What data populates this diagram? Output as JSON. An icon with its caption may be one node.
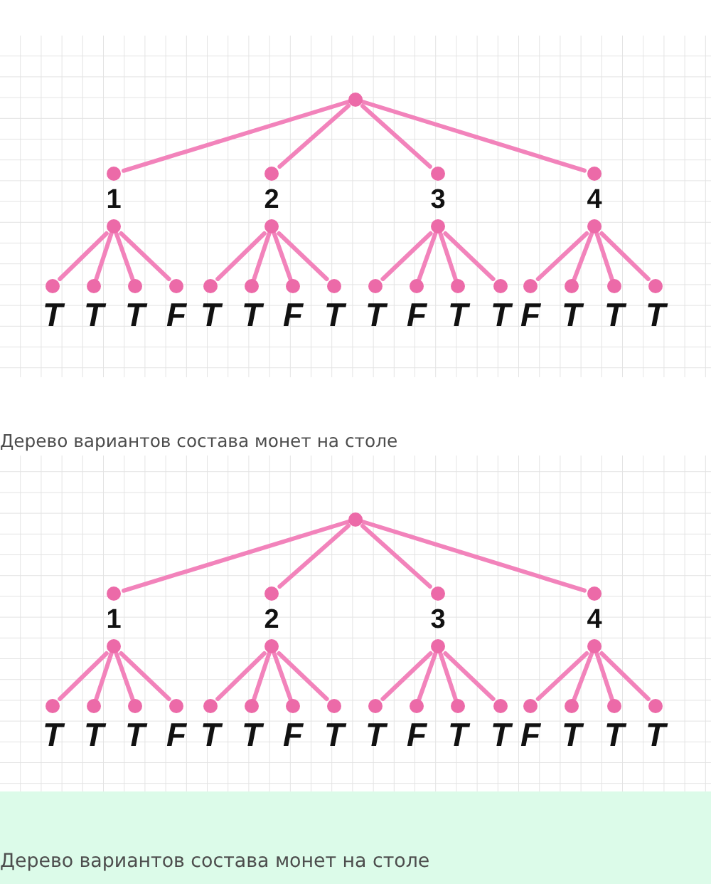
{
  "diagram": {
    "nodes": [
      {
        "text": [],
        "shape": "circle"
      },
      {
        "text": [
          "1"
        ]
      },
      {
        "text": [
          "2"
        ]
      },
      {
        "text": [
          "3"
        ]
      },
      {
        "text": [
          "4"
        ]
      },
      {
        "text": [
          "T"
        ]
      },
      {
        "text": [
          "T"
        ]
      },
      {
        "text": [
          "T"
        ]
      },
      {
        "text": [
          "F"
        ]
      },
      {
        "text": [
          "T"
        ]
      },
      {
        "text": [
          "T"
        ]
      },
      {
        "text": [
          "F"
        ]
      },
      {
        "text": [
          "T"
        ]
      },
      {
        "text": [
          "T"
        ]
      },
      {
        "text": [
          "F"
        ]
      },
      {
        "text": [
          "T"
        ]
      },
      {
        "text": [
          "T"
        ]
      },
      {
        "text": [
          "F"
        ]
      },
      {
        "text": [
          "T"
        ]
      },
      {
        "text": [
          "T"
        ]
      },
      {
        "text": [
          "T"
        ]
      },
      {
        "text": [],
        "shape": "circle"
      },
      {
        "text": [
          "1"
        ]
      },
      {
        "text": [
          "2"
        ]
      },
      {
        "text": [
          "3"
        ]
      },
      {
        "text": [
          "4"
        ]
      },
      {
        "text": [
          "T"
        ]
      },
      {
        "text": [
          "T"
        ]
      },
      {
        "text": [
          "T"
        ]
      },
      {
        "text": [
          "F"
        ]
      },
      {
        "text": [
          "T"
        ]
      },
      {
        "text": [
          "T"
        ]
      },
      {
        "text": [
          "F"
        ]
      },
      {
        "text": [
          "T"
        ]
      },
      {
        "text": [
          "T"
        ]
      },
      {
        "text": [
          "F"
        ]
      },
      {
        "text": [
          "T"
        ]
      },
      {
        "text": [
          "T"
        ]
      },
      {
        "text": [
          "F"
        ]
      },
      {
        "text": [
          "T"
        ]
      },
      {
        "text": [
          "T"
        ]
      },
      {
        "text": [
          "T"
        ]
      }
    ],
    "edges": [
      {
        "from": 0,
        "to": 1,
        "arrow": "none"
      },
      {
        "from": 0,
        "to": 2,
        "arrow": "none"
      },
      {
        "from": 0,
        "to": 3,
        "arrow": "none"
      },
      {
        "from": 0,
        "to": 4,
        "arrow": "none"
      },
      {
        "from": 1,
        "to": 5,
        "arrow": "none"
      },
      {
        "from": 1,
        "to": 6,
        "arrow": "none"
      },
      {
        "from": 1,
        "to": 7,
        "arrow": "none"
      },
      {
        "from": 1,
        "to": 8,
        "arrow": "none"
      },
      {
        "from": 2,
        "to": 9,
        "arrow": "none"
      },
      {
        "from": 2,
        "to": 10,
        "arrow": "none"
      },
      {
        "from": 2,
        "to": 11,
        "arrow": "none"
      },
      {
        "from": 2,
        "to": 12,
        "arrow": "none"
      },
      {
        "from": 3,
        "to": 13,
        "arrow": "none"
      },
      {
        "from": 3,
        "to": 14,
        "arrow": "none"
      },
      {
        "from": 3,
        "to": 15,
        "arrow": "none"
      },
      {
        "from": 3,
        "to": 16,
        "arrow": "none"
      },
      {
        "from": 4,
        "to": 17,
        "arrow": "none"
      },
      {
        "from": 4,
        "to": 18,
        "arrow": "none"
      },
      {
        "from": 4,
        "to": 19,
        "arrow": "none"
      },
      {
        "from": 4,
        "to": 20,
        "arrow": "none"
      },
      {
        "from": 21,
        "to": 22,
        "arrow": "none"
      },
      {
        "from": 21,
        "to": 23,
        "arrow": "none"
      },
      {
        "from": 21,
        "to": 24,
        "arrow": "none"
      },
      {
        "from": 21,
        "to": 25,
        "arrow": "none"
      },
      {
        "from": 22,
        "to": 26,
        "arrow": "none"
      },
      {
        "from": 22,
        "to": 27,
        "arrow": "none"
      },
      {
        "from": 22,
        "to": 28,
        "arrow": "none"
      },
      {
        "from": 22,
        "to": 29,
        "arrow": "none"
      },
      {
        "from": 23,
        "to": 30,
        "arrow": "none"
      },
      {
        "from": 23,
        "to": 31,
        "arrow": "none"
      },
      {
        "from": 23,
        "to": 32,
        "arrow": "none"
      },
      {
        "from": 23,
        "to": 33,
        "arrow": "none"
      },
      {
        "from": 24,
        "to": 34,
        "arrow": "none"
      },
      {
        "from": 24,
        "to": 35,
        "arrow": "none"
      },
      {
        "from": 24,
        "to": 36,
        "arrow": "none"
      },
      {
        "from": 24,
        "to": 37,
        "arrow": "none"
      },
      {
        "from": 25,
        "to": 38,
        "arrow": "none"
      },
      {
        "from": 25,
        "to": 39,
        "arrow": "none"
      },
      {
        "from": 25,
        "to": 40,
        "arrow": "none"
      },
      {
        "from": 25,
        "to": 41,
        "arrow": "none"
      }
    ],
    "labels": [
      "Дерево вариантов состава монет на столе",
      "Дерево вариантов состава монет на столе"
    ]
  }
}
